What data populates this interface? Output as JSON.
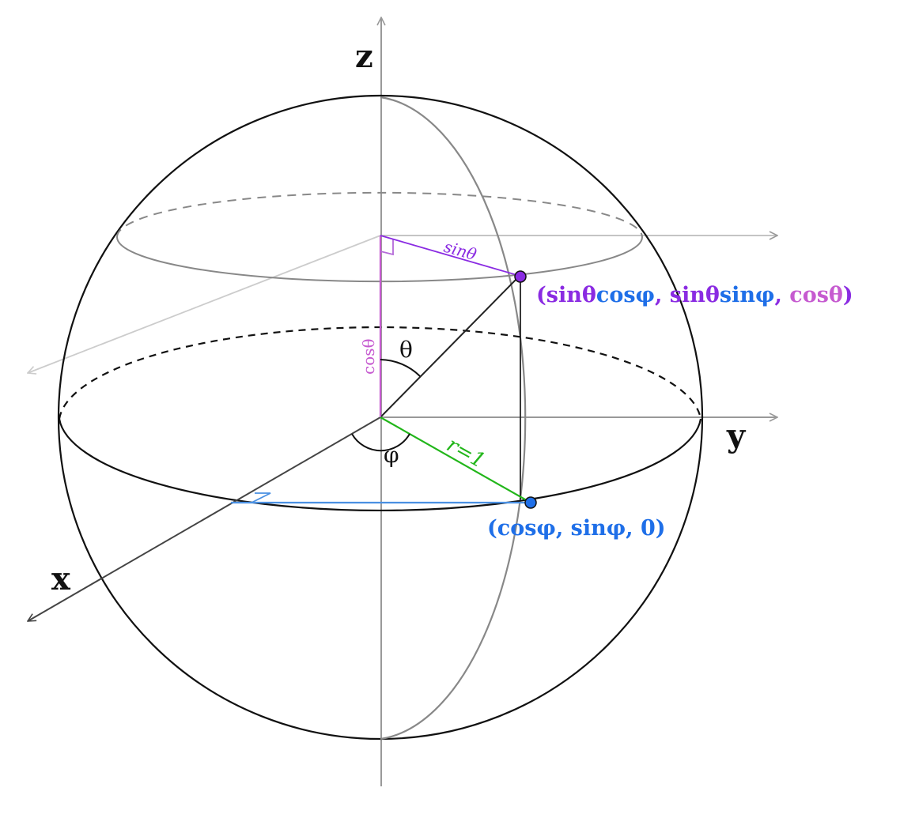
{
  "axes": {
    "x_label": "x",
    "y_label": "y",
    "z_label": "z"
  },
  "angles": {
    "theta": "θ",
    "phi": "φ"
  },
  "segments": {
    "radius": "r=1",
    "sin_theta": "sinθ",
    "cos_theta": "cosθ"
  },
  "point_upper": {
    "open": "(",
    "sin_theta_1": "sinθ",
    "cos_phi": "cosφ",
    "sep_1": ", ",
    "sin_theta_2": "sinθ",
    "sin_phi": "sinφ",
    "sep_2": ", ",
    "cos_theta": "cosθ",
    "close": ")"
  },
  "point_lower": {
    "text": "(cosφ, sinφ, 0)"
  },
  "colors": {
    "purple": "#8a2be2",
    "blue": "#1f6fe8",
    "magenta": "#c65bd0",
    "green": "#22b61a",
    "black": "#111111",
    "gray": "#888888",
    "light_gray": "#cccccc"
  }
}
